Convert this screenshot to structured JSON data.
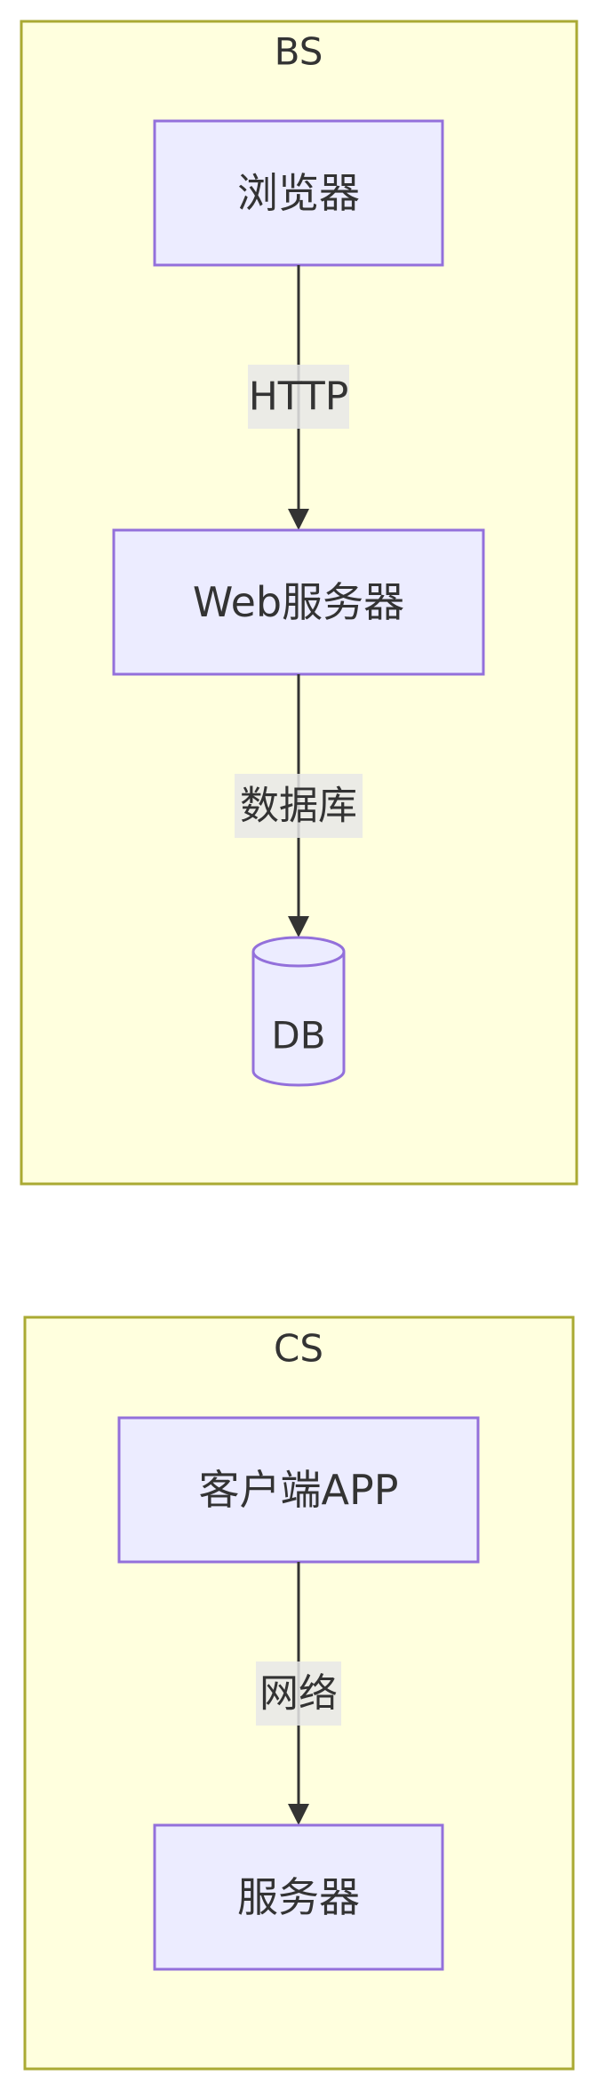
{
  "colors": {
    "cluster_fill": "#ffffde",
    "cluster_stroke": "#aaaa33",
    "node_fill": "#ececff",
    "node_stroke": "#9370db",
    "edge": "#333333",
    "edge_label_bg": "#e8e8e8",
    "text": "#333333"
  },
  "clusters": {
    "bs": {
      "title": "BS",
      "nodes": {
        "browser": "浏览器",
        "web_server": "Web服务器",
        "db": "DB"
      },
      "edges": {
        "browser_to_web": "HTTP",
        "web_to_db": "数据库"
      }
    },
    "cs": {
      "title": "CS",
      "nodes": {
        "client_app": "客户端APP",
        "server": "服务器"
      },
      "edges": {
        "client_to_server": "网络"
      }
    }
  }
}
